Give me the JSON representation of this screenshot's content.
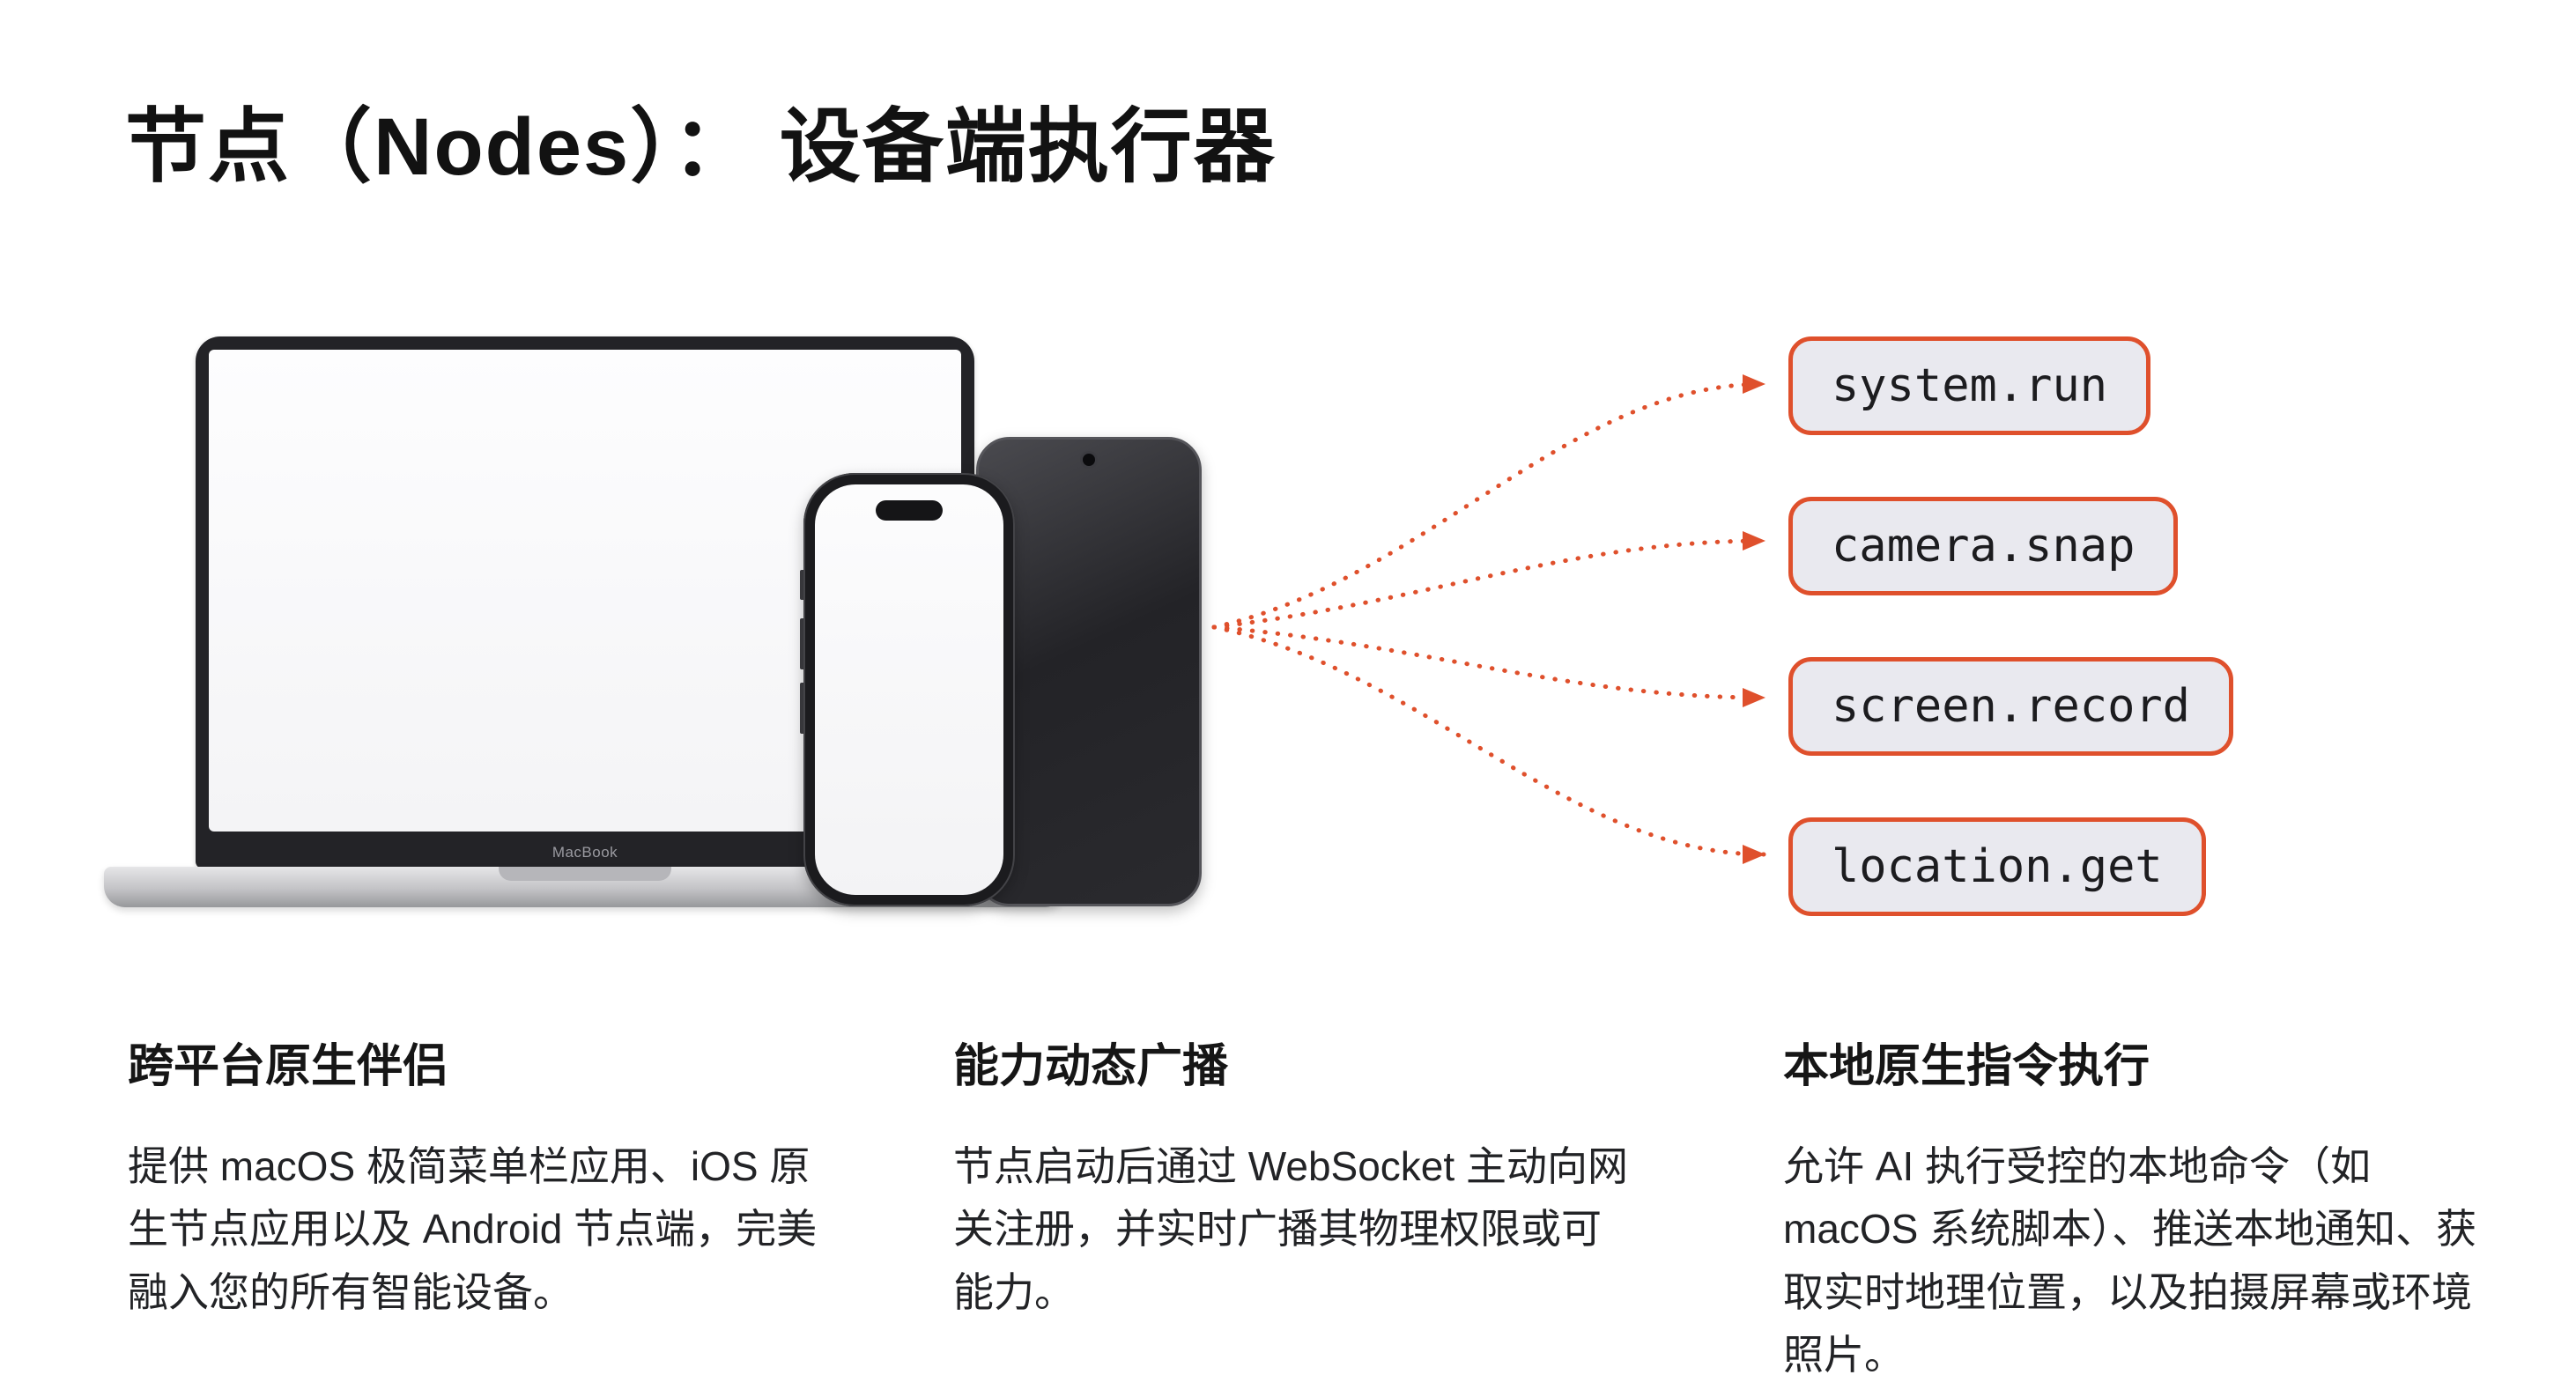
{
  "page": {
    "title": "节点（Nodes）： 设备端执行器"
  },
  "devices": {
    "macbook_label": "MacBook"
  },
  "capabilities": [
    {
      "label": "system.run"
    },
    {
      "label": "camera.snap"
    },
    {
      "label": "screen.record"
    },
    {
      "label": "location.get"
    }
  ],
  "features": [
    {
      "heading": "跨平台原生伴侣",
      "body": "提供 macOS 极简菜单栏应用、iOS 原生节点应用以及 Android 节点端，完美融入您的所有智能设备。"
    },
    {
      "heading": "能力动态广播",
      "body": "节点启动后通过 WebSocket 主动向网关注册，并实时广播其物理权限或可能力。"
    },
    {
      "heading": "本地原生指令执行",
      "body": "允许 AI 执行受控的本地命令（如 macOS 系统脚本）、推送本地通知、获取实时地理位置，以及拍摄屏幕或环境照片。"
    }
  ],
  "colors": {
    "accent": "#DF502C",
    "badge_bg": "#E9E9EF",
    "text": "#1A1A1A",
    "background": "#FFFFFF"
  }
}
